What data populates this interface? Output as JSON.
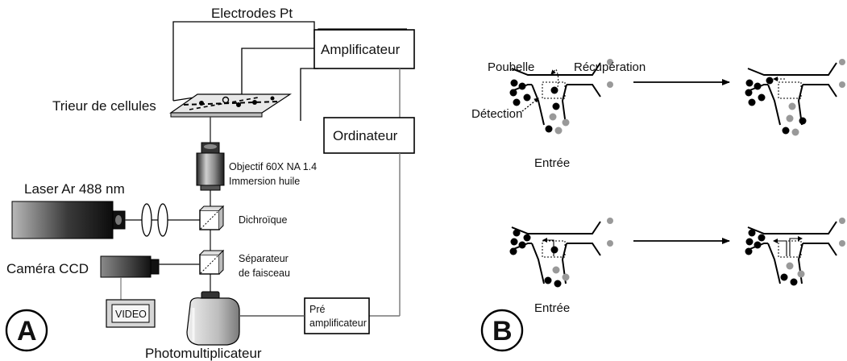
{
  "panel_a": {
    "label": "A",
    "electrodes": "Electrodes Pt",
    "amplificateur": "Amplificateur",
    "trieur": "Trieur de cellules",
    "ordinateur": "Ordinateur",
    "objectif_line1": "Objectif 60X NA 1.4",
    "objectif_line2": "Immersion huile",
    "laser": "Laser Ar 488 nm",
    "dichroique": "Dichroïque",
    "camera": "Caméra CCD",
    "separateur_line1": "Séparateur",
    "separateur_line2": "de faisceau",
    "video": "VIDEO",
    "pre_line1": "Pré",
    "pre_line2": "amplificateur",
    "photomultiplicateur": "Photomultiplicateur"
  },
  "panel_b": {
    "label": "B",
    "poubelle": "Poubelle",
    "recuperation": "Récupération",
    "detection": "Détection",
    "entree_top": "Entrée",
    "entree_bottom": "Entrée"
  }
}
